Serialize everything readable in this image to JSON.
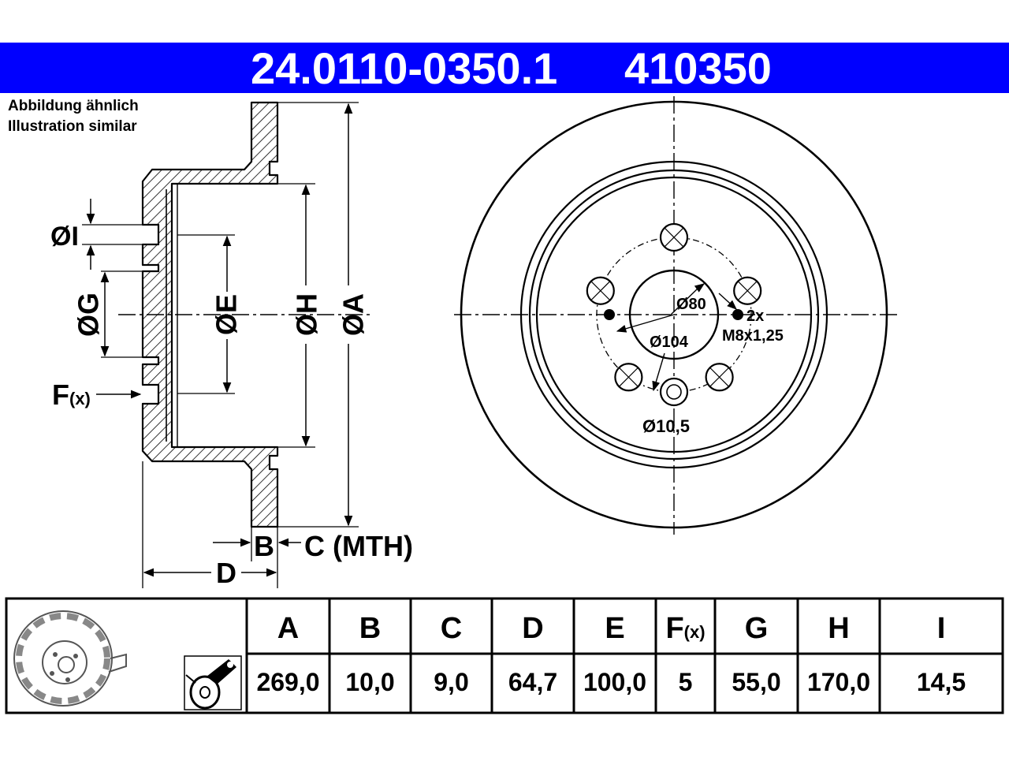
{
  "header": {
    "part_number": "24.0110-0350.1",
    "article_number": "410350",
    "banner_color": "#0000ff",
    "text_color": "#ffffff"
  },
  "notes": {
    "line1": "Abbildung ähnlich",
    "line2": "Illustration similar"
  },
  "side_view": {
    "labels": {
      "I": "ØI",
      "G": "ØG",
      "E": "ØE",
      "H": "ØH",
      "A": "ØA",
      "F": "F",
      "F_suffix": "(x)",
      "B": "B",
      "C": "C (MTH)",
      "D": "D"
    }
  },
  "front_view": {
    "labels": {
      "center_bore": "Ø80",
      "thread_count": "2x",
      "thread_spec": "M8x1,25",
      "pitch_circle": "Ø104",
      "bolt_hole": "Ø10,5"
    }
  },
  "spec_table": {
    "headers": [
      "A",
      "B",
      "C",
      "D",
      "E",
      "F",
      "G",
      "H",
      "I"
    ],
    "header_f_suffix": "(x)",
    "values": [
      "269,0",
      "10,0",
      "9,0",
      "64,7",
      "100,0",
      "5",
      "55,0",
      "170,0",
      "14,5"
    ]
  }
}
